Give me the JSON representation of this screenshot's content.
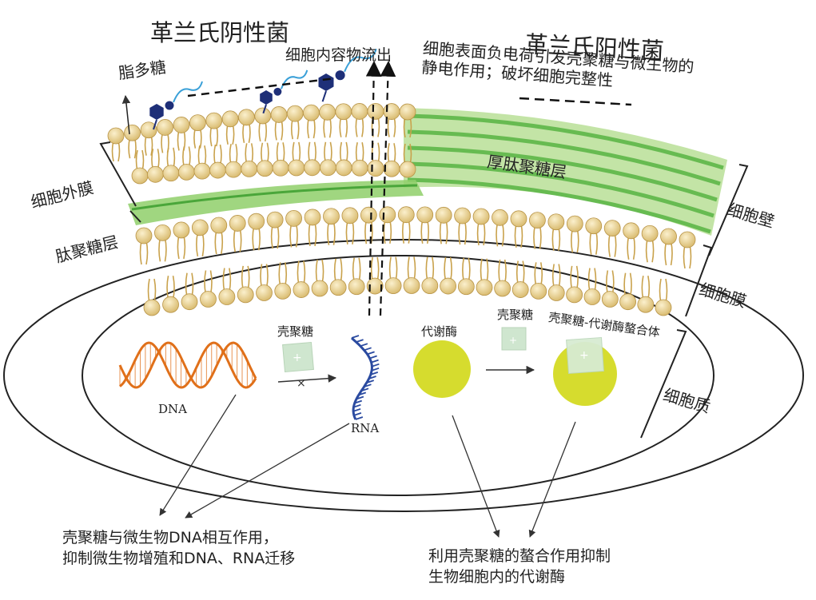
{
  "labels": {
    "gram_negative": "革兰氏阴性菌",
    "gram_positive": "革兰氏阳性菌",
    "lps": "脂多糖",
    "leakage": "细胞内容物流出",
    "electrostatic": "细胞表面负电荷引发壳聚糖与微生物的\n静电作用；破坏细胞完整性",
    "thick_peptidoglycan": "厚肽聚糖层",
    "outer_membrane": "细胞外膜",
    "peptidoglycan": "肽聚糖层",
    "cell_wall": "细胞壁",
    "cell_membrane": "细胞膜",
    "cytoplasm": "细胞质",
    "chitosan_1": "壳聚糖",
    "chitosan_2": "壳聚糖",
    "metabolic_enzyme": "代谢酶",
    "chelate": "壳聚糖-代谢酶螯合体",
    "dna": "DNA",
    "rna": "RNA",
    "dna_effect": "壳聚糖与微生物DNA相互作用，\n抑制微生物增殖和DNA、RNA迁移",
    "chelation_effect": "利用壳聚糖的螯合作用抑制\n生物细胞内的代谢酶"
  },
  "colors": {
    "lipid_head": "#e8cf8a",
    "lipid_tail": "#c9a24c",
    "peptidoglycan_green": "#8fcf6a",
    "thick_layer_green": "#b9df96",
    "enzyme_yellow": "#d6dc2e",
    "dna_orange": "#e0701a",
    "rna_blue": "#2a4aa0",
    "lps_navy": "#1e2f78",
    "chitosan_square": "#cfe6cf"
  }
}
